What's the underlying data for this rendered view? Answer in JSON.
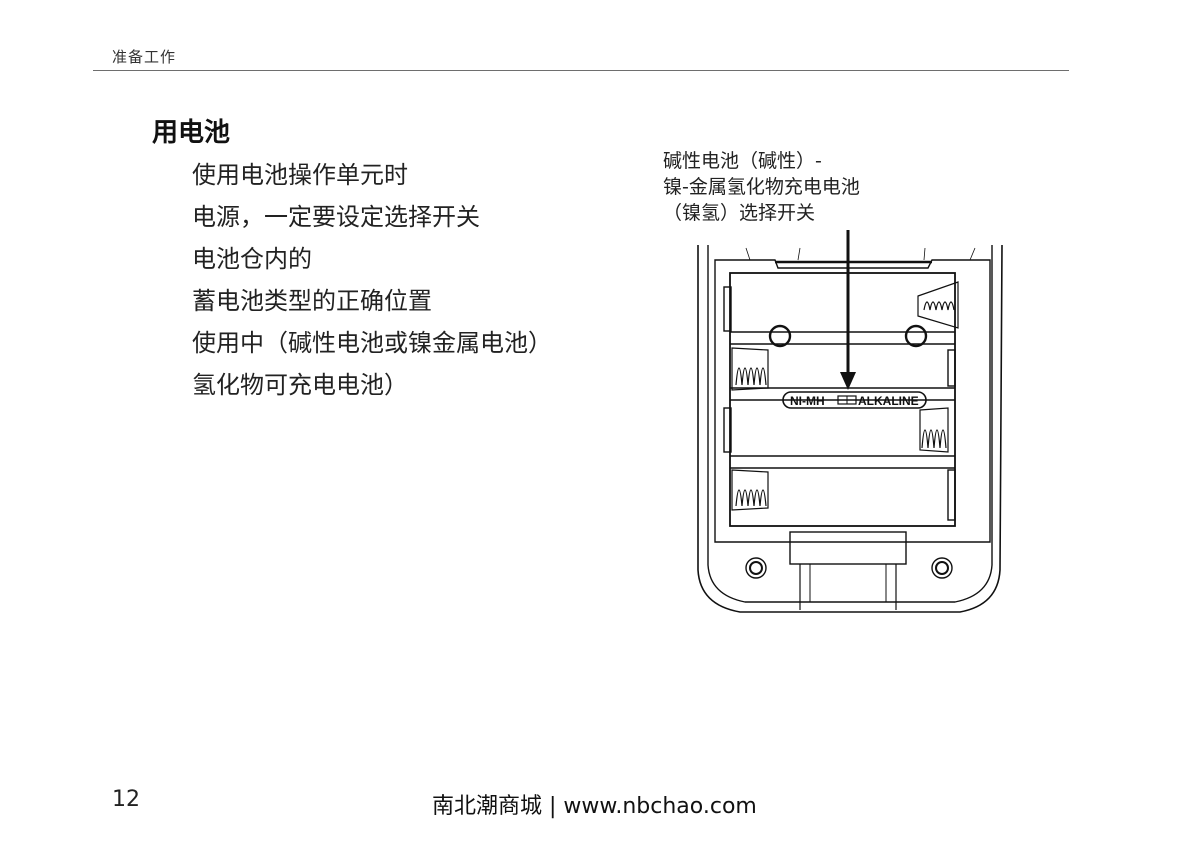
{
  "header": {
    "running_title": "准备工作"
  },
  "section": {
    "title": "用电池",
    "lines": [
      "使用电池操作单元时",
      "电源，一定要设定选择开关",
      "电池仓内的",
      "蓄电池类型的正确位置",
      "使用中（碱性电池或镍金属电池）",
      "氢化物可充电电池）"
    ]
  },
  "figure": {
    "callout_lines": [
      "碱性电池（碱性）-",
      "镍-金属氢化物充电电池",
      "（镍氢）选择开关"
    ],
    "switch_label_left": "NI-MH",
    "switch_label_right": "ALKALINE",
    "icons": [
      "battery-compartment-diagram",
      "arrow-down-icon",
      "spring-contact-icon",
      "screw-hole-icon"
    ]
  },
  "footer": {
    "page_number": "12",
    "brand": "南北潮商城 | www.nbchao.com"
  }
}
